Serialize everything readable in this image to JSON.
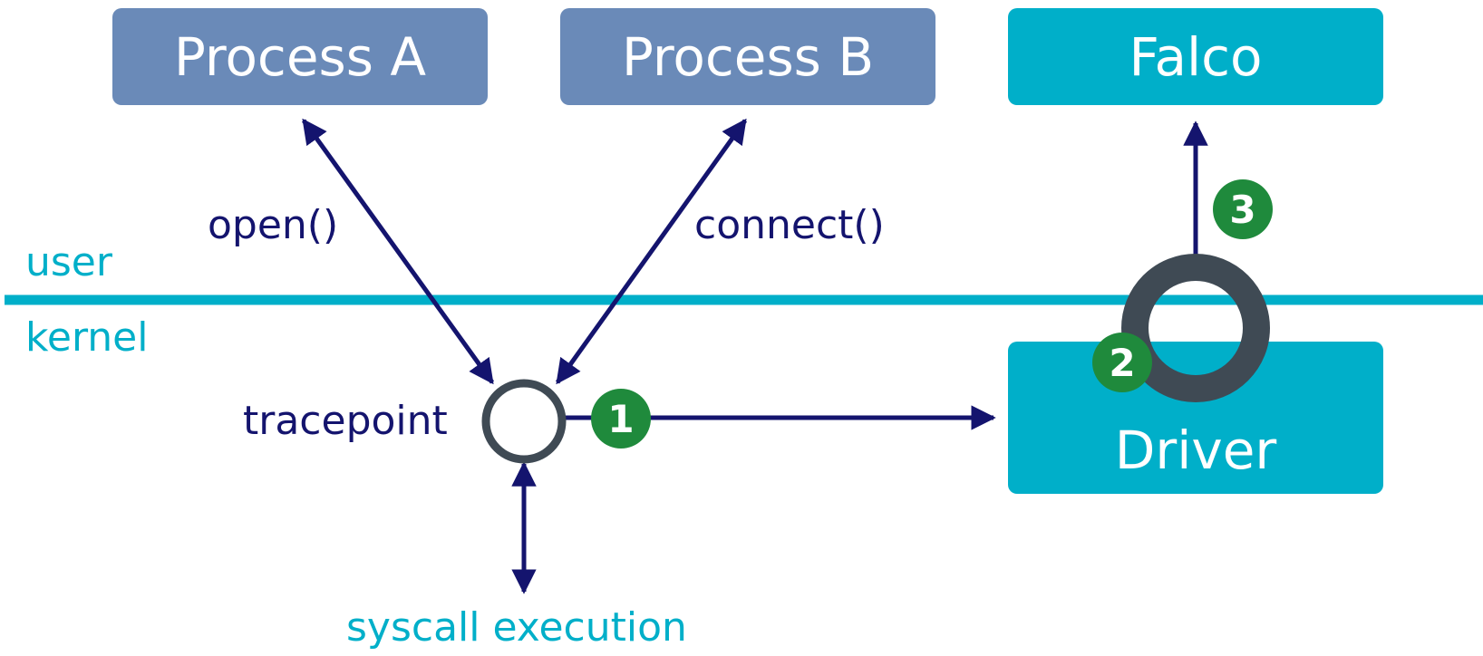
{
  "colors": {
    "process_box": "#6a8ab8",
    "teal": "#00afc9",
    "navy": "#14146e",
    "ring": "#3f4a54",
    "badge": "#1f8a3c"
  },
  "boxes": {
    "process_a": "Process A",
    "process_b": "Process B",
    "falco": "Falco",
    "driver": "Driver"
  },
  "labels": {
    "open": "open()",
    "connect": "connect()",
    "tracepoint": "tracepoint",
    "syscall": "syscall execution",
    "user": "user",
    "kernel": "kernel"
  },
  "badges": {
    "one": "1",
    "two": "2",
    "three": "3"
  }
}
